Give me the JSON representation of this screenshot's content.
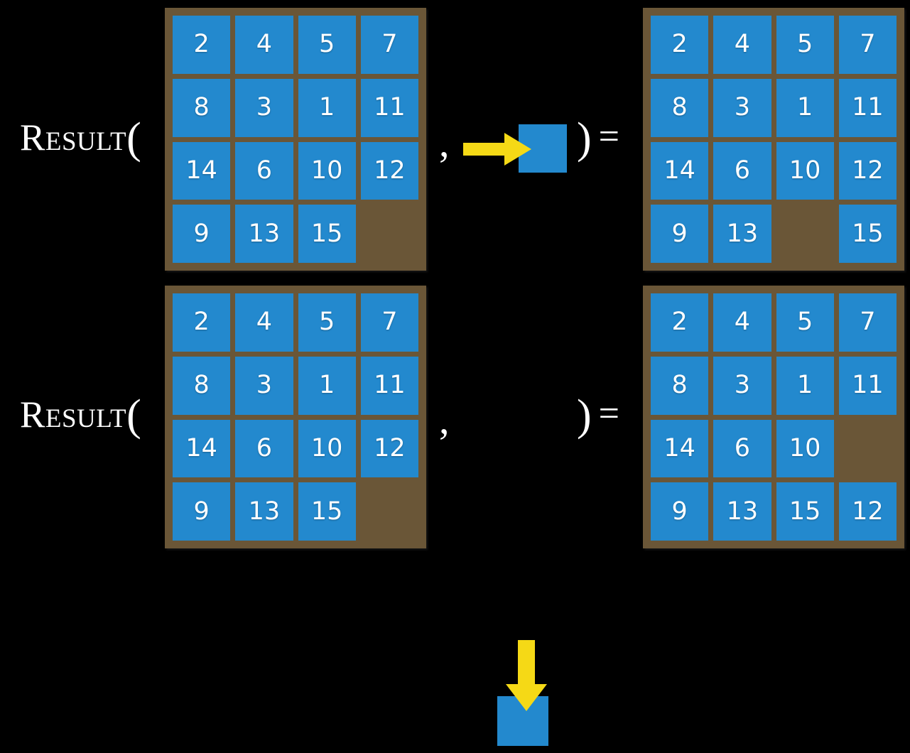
{
  "figure": {
    "title": "15-Puzzle RESULT function illustration",
    "background_color": "#000000",
    "tile_color": "#2389ce",
    "board_color": "#6a5637",
    "arrow_color": "#f5d916",
    "text_color": "#ffffff"
  },
  "labels": {
    "result_word": "Result",
    "paren_open": "(",
    "paren_close": ")",
    "equals": "=",
    "comma": ","
  },
  "rows": [
    {
      "id": "row-1",
      "label": "Result",
      "action": {
        "name": "move-right",
        "arrow_direction": "right",
        "arrow_glyph": "right-arrow-icon",
        "square_glyph": "blue-tile-icon"
      },
      "input_board": {
        "name": "input-board-row-1",
        "rows": [
          [
            "2",
            "4",
            "5",
            "7"
          ],
          [
            "8",
            "3",
            "1",
            "11"
          ],
          [
            "14",
            "6",
            "10",
            "12"
          ],
          [
            "9",
            "13",
            "15",
            ""
          ]
        ],
        "blank_position": {
          "row": 4,
          "col": 4
        }
      },
      "output_board": {
        "name": "output-board-row-1",
        "rows": [
          [
            "2",
            "4",
            "5",
            "7"
          ],
          [
            "8",
            "3",
            "1",
            "11"
          ],
          [
            "14",
            "6",
            "10",
            "12"
          ],
          [
            "9",
            "13",
            "",
            "15"
          ]
        ],
        "blank_position": {
          "row": 4,
          "col": 3
        }
      }
    },
    {
      "id": "row-2",
      "label": "Result",
      "action": {
        "name": "move-down",
        "arrow_direction": "down",
        "arrow_glyph": "down-arrow-icon",
        "square_glyph": "blue-tile-icon"
      },
      "input_board": {
        "name": "input-board-row-2",
        "rows": [
          [
            "2",
            "4",
            "5",
            "7"
          ],
          [
            "8",
            "3",
            "1",
            "11"
          ],
          [
            "14",
            "6",
            "10",
            "12"
          ],
          [
            "9",
            "13",
            "15",
            ""
          ]
        ],
        "blank_position": {
          "row": 4,
          "col": 4
        }
      },
      "output_board": {
        "name": "output-board-row-2",
        "rows": [
          [
            "2",
            "4",
            "5",
            "7"
          ],
          [
            "8",
            "3",
            "1",
            "11"
          ],
          [
            "14",
            "6",
            "10",
            ""
          ],
          [
            "9",
            "13",
            "15",
            "12"
          ]
        ],
        "blank_position": {
          "row": 3,
          "col": 4
        }
      }
    }
  ]
}
